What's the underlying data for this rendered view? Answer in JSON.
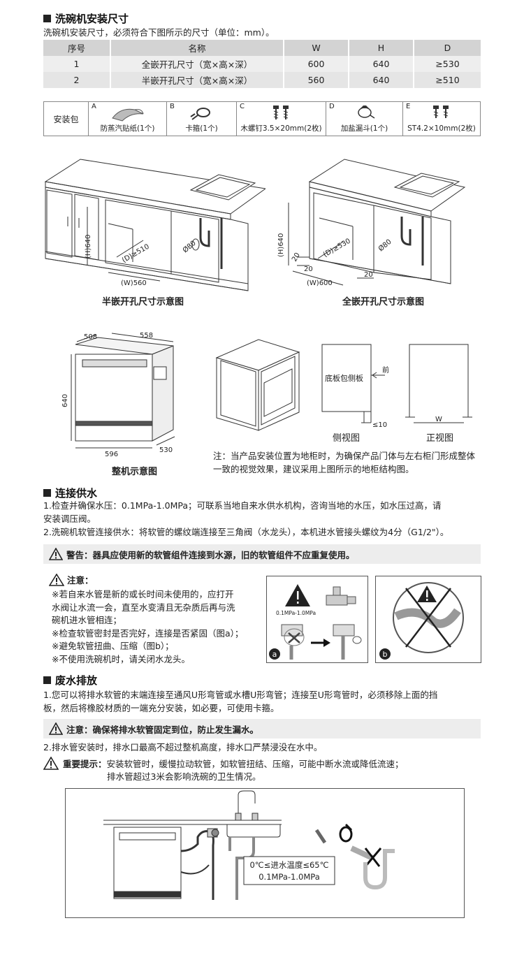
{
  "section1": {
    "heading": "洗碗机安装尺寸",
    "intro": "洗碗机安装尺寸，必须符合下图所示的尺寸（单位：mm）。",
    "table": {
      "headers": [
        "序号",
        "名称",
        "W",
        "H",
        "D"
      ],
      "rows": [
        [
          "1",
          "全嵌开孔尺寸（宽×高×深）",
          "600",
          "640",
          "≥530"
        ],
        [
          "2",
          "半嵌开孔尺寸（宽×高×深）",
          "560",
          "640",
          "≥510"
        ]
      ]
    },
    "package": {
      "label": "安装包",
      "items": [
        {
          "letter": "A",
          "label": "防蒸汽贴纸(1个)",
          "icon": "steam-sticker-icon"
        },
        {
          "letter": "B",
          "label": "卡箍(1个)",
          "icon": "hose-clamp-icon"
        },
        {
          "letter": "C",
          "label": "木螺钉3.5×20mm(2枚)",
          "icon": "wood-screw-icon"
        },
        {
          "letter": "D",
          "label": "加盐漏斗(1个)",
          "icon": "salt-funnel-icon"
        },
        {
          "letter": "E",
          "label": "ST4.2×10mm(2枚)",
          "icon": "screw-icon"
        }
      ]
    }
  },
  "diagrams": {
    "half": {
      "caption": "半嵌开孔尺寸示意图",
      "h": "(H)640",
      "d": "(D)≥510",
      "w": "(W)560",
      "phi": "Ø80"
    },
    "full": {
      "caption": "全嵌开孔尺寸示意图",
      "h": "(H)640",
      "d": "(D)≥530",
      "w": "(W)600",
      "phi": "Ø80",
      "gap1": "20",
      "gap2": "20",
      "gap3": "20"
    },
    "machine": {
      "caption": "整机示意图",
      "top_d": "508",
      "top_w": "558",
      "h": "640",
      "w": "596",
      "d": "530"
    },
    "side": {
      "caption": "侧视图",
      "panel_label": "底板包侧板",
      "front": "前",
      "gap": "≤10"
    },
    "front_view": {
      "caption": "正视图",
      "w": "W"
    },
    "note": "注：当产品安装位置为地柜时，为确保产品门体与左右柜门形成整体一致的视觉效果，建议采用上图所示的地柜结构图。"
  },
  "section2": {
    "heading": "连接供水",
    "p1": "1.检查并确保水压：0.1MPa-1.0MPa；可联系当地自来水供水机构，咨询当地的水压，如水压过高，请安装调压阀。",
    "p1a": "1.检查并确保水压：0.1MPa-1.0MPa；可联系当地自来水供水机构，咨询当地的水压，如水压过高，请",
    "p1b": "安装调压阀。",
    "p2": "2.洗碗机软管连接供水：将软管的螺纹端连接至三角阀（水龙头），本机进水管接头螺纹为4分（G1/2\"）。",
    "warning": "警告：器具应使用新的软管组件连接到水源，旧的软管组件不应重复使用。",
    "notice_title": "注意：",
    "notice_lines": [
      "※若自来水管是新的或长时间未使用的，应打开",
      "水阀让水流一会，直至水变清且无杂质后再与洗",
      "碗机进水管相连；",
      "※检查软管密封是否完好，连接是否紧固（图a）；",
      "※避免软管扭曲、压缩（图b）；",
      "※不使用洗碗机时，请关闭水龙头。"
    ],
    "fig_a_label": "a",
    "fig_a_pressure": "0.1MPa-1.0MPa",
    "fig_b_label": "b"
  },
  "section3": {
    "heading": "废水排放",
    "p1a": "1.您可以将排水软管的末端连接至通风U形弯管或水槽U形弯管；连接至U形弯管时，必须移除上面的挡",
    "p1b": "板，然后将橡胶材质的一端充分安装，如必要，可使用卡箍。",
    "notice": "注意：确保将排水软管固定到位，防止发生漏水。",
    "p2": "2.排水管安装时，排水口最高不超过整机高度，排水口严禁浸没在水中。",
    "important_label": "重要提示：",
    "important_1": "安装软管时，缓慢拉动软管，如软管扭结、压缩，可能中断水流或降低流速；",
    "important_2": "排水管超过3米会影响洗碗的卫生情况。",
    "temp": "0℃≤进水温度≤65℃",
    "pressure": "0.1MPa-1.0MPa"
  }
}
